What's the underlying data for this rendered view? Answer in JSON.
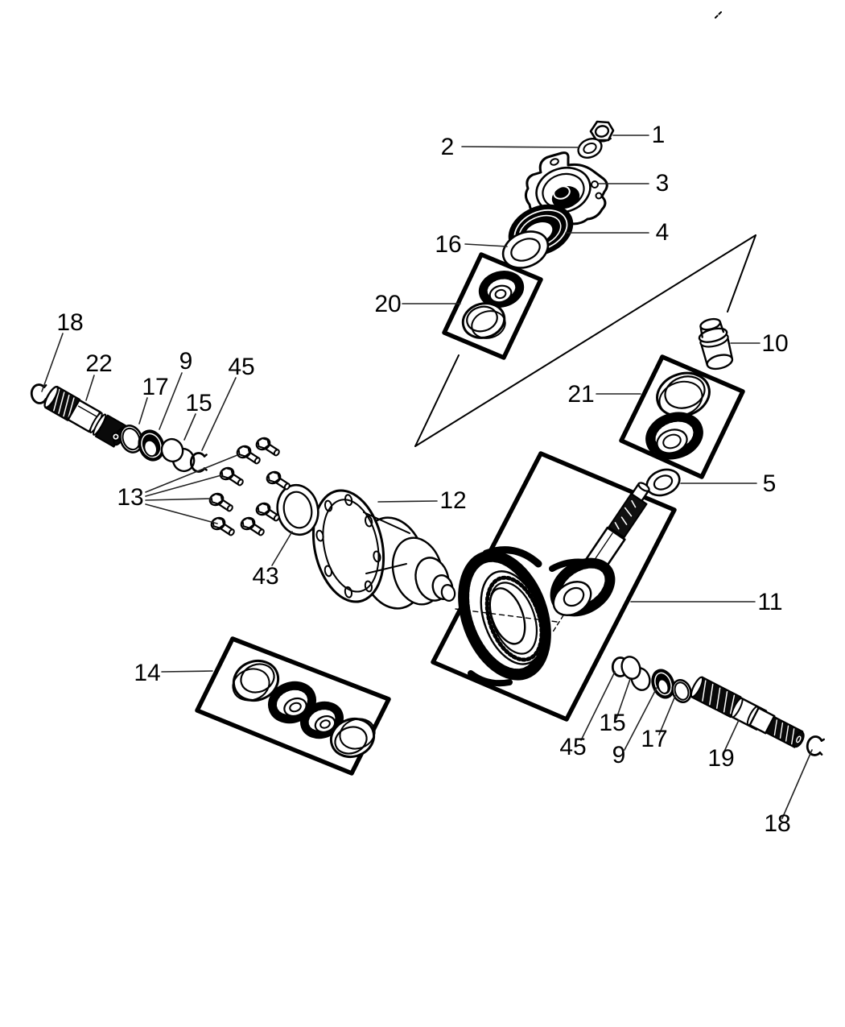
{
  "figure": {
    "type": "exploded-parts-diagram",
    "background": "#ffffff",
    "line_color": "#000000"
  },
  "callouts": [
    {
      "label": "1",
      "ref": "pinion-nut"
    },
    {
      "label": "2",
      "ref": "pinion-washer"
    },
    {
      "label": "3",
      "ref": "pinion-flange"
    },
    {
      "label": "4",
      "ref": "pinion-seal"
    },
    {
      "label": "16",
      "ref": "seal-washer"
    },
    {
      "label": "20",
      "ref": "outer-pinion-bearing-kit"
    },
    {
      "label": "10",
      "ref": "collapsible-spacer"
    },
    {
      "label": "21",
      "ref": "inner-pinion-bearing-kit"
    },
    {
      "label": "5",
      "ref": "shim-washer"
    },
    {
      "label": "12",
      "ref": "differential-case"
    },
    {
      "label": "11",
      "ref": "ring-and-pinion-set"
    },
    {
      "label": "13",
      "ref": "ring-gear-bolts"
    },
    {
      "label": "43",
      "ref": "shim-ring"
    },
    {
      "label": "14",
      "ref": "differential-bearing-kit"
    },
    {
      "label": "18",
      "ref": "snap-ring-left"
    },
    {
      "label": "22",
      "ref": "output-shaft-left"
    },
    {
      "label": "9",
      "ref": "bearing-left"
    },
    {
      "label": "17",
      "ref": "ring-left"
    },
    {
      "label": "15",
      "ref": "collar-left"
    },
    {
      "label": "45",
      "ref": "retainer-left"
    },
    {
      "label": "45",
      "ref": "retainer-right"
    },
    {
      "label": "15",
      "ref": "collar-right"
    },
    {
      "label": "9",
      "ref": "bearing-right"
    },
    {
      "label": "17",
      "ref": "ring-right"
    },
    {
      "label": "19",
      "ref": "output-shaft-right"
    },
    {
      "label": "18",
      "ref": "snap-ring-right"
    }
  ]
}
